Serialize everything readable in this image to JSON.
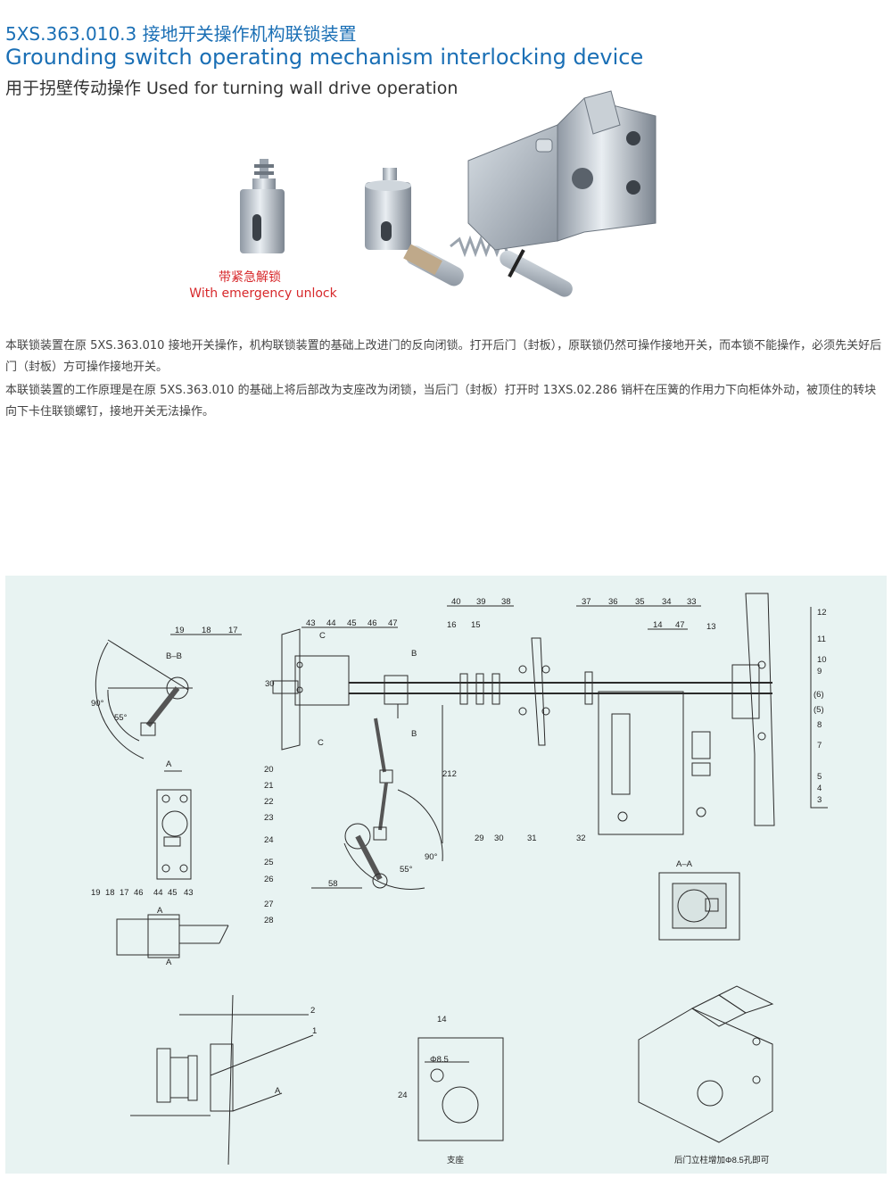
{
  "header": {
    "title_cn": "5XS.363.010.3 接地开关操作机构联锁装置",
    "title_en": "Grounding switch operating mechanism interlocking device",
    "subtitle": "用于拐壁传动操作 Used for turning wall drive operation"
  },
  "photo": {
    "caption_cn": "带紧急解锁",
    "caption_en": "With emergency unlock"
  },
  "description": {
    "paragraph_1": "本联锁装置在原 5XS.363.010 接地开关操作，机构联锁装置的基础上改进门的反向闭锁。打开后门（封板），原联锁仍然可操作接地开关，而本锁不能操作，必须先关好后门（封板）方可操作接地开关。",
    "paragraph_2": "本联锁装置的工作原理是在原 5XS.363.010 的基础上将后部改为支座改为闭锁，当后门（封板）打开时 13XS.02.286 销杆在压簧的作用力下向柜体外动，被顶住的转块向下卡住联锁螺钉，接地开关无法操作。"
  },
  "drawing": {
    "section_bb": "B–B",
    "section_aa": "A–A",
    "label_a": "A",
    "label_b": "B",
    "label_c": "C",
    "angle_90": "90°",
    "angle_55": "55°",
    "dim_30": "30",
    "dim_212": "212",
    "dim_58": "58",
    "dim_14": "14",
    "dim_24": "24",
    "dim_phi": "Φ8.5",
    "top_callouts": [
      "19",
      "18",
      "17",
      "43",
      "44",
      "45",
      "46",
      "47",
      "40",
      "39",
      "38",
      "16",
      "15",
      "37",
      "36",
      "35",
      "34",
      "33",
      "14",
      "47",
      "13"
    ],
    "right_callouts": [
      "12",
      "11",
      "10",
      "9",
      "(6)",
      "(5)",
      "8",
      "7",
      "5",
      "4",
      "3"
    ],
    "left_callouts": [
      "20",
      "21",
      "22",
      "23",
      "24",
      "25",
      "26",
      "27",
      "28"
    ],
    "mid_callouts": [
      "29",
      "30",
      "31",
      "32"
    ],
    "detail_callouts": [
      "19",
      "18",
      "17",
      "46",
      "44",
      "45",
      "43"
    ],
    "lower_callouts": [
      "2",
      "1"
    ],
    "support_label": "支座",
    "backdoor_note": "后门立柱增加Φ8.5孔即可"
  }
}
